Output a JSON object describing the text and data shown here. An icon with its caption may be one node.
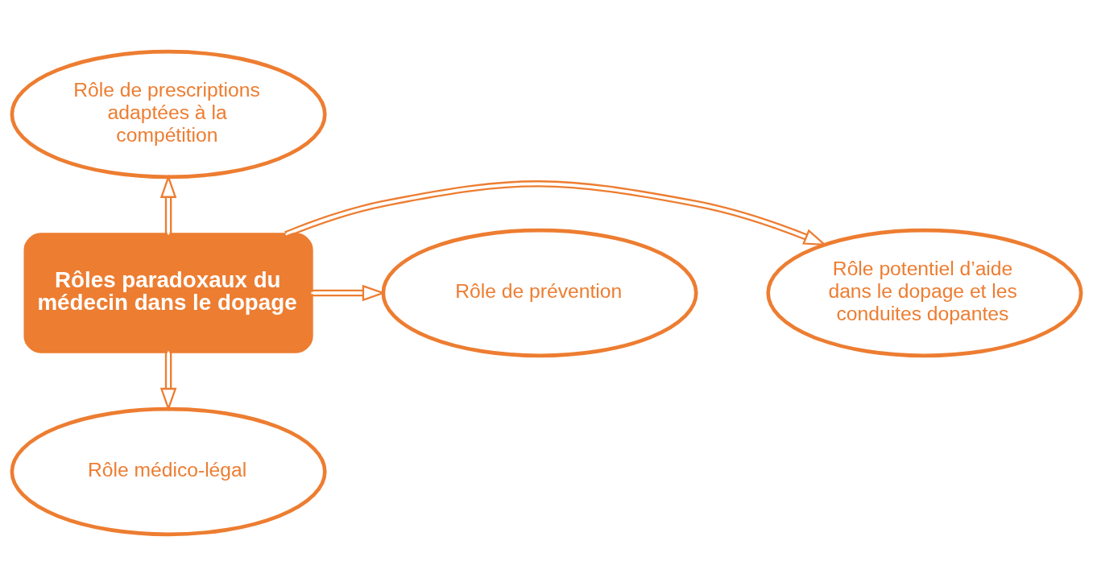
{
  "diagram": {
    "nodes": [
      {
        "text": [
          "Rôles paradoxaux du médecin dans le dopage"
        ]
      },
      {
        "text": [
          "Rôle de prescriptions adaptées à la compétition"
        ]
      },
      {
        "text": [
          "Rôle potentiel d’aide dans le dopage et les conduites dopantes"
        ]
      },
      {
        "text": [
          "Rôle de prévention"
        ]
      },
      {
        "text": [
          "Rôle médico-légal"
        ]
      }
    ],
    "edges": [
      {
        "from": 0,
        "to": 1,
        "arrow": "to"
      },
      {
        "from": 0,
        "to": 2,
        "arrow": "to"
      },
      {
        "from": 0,
        "to": 3,
        "arrow": "to"
      },
      {
        "from": 0,
        "to": 4,
        "arrow": "to"
      }
    ]
  }
}
